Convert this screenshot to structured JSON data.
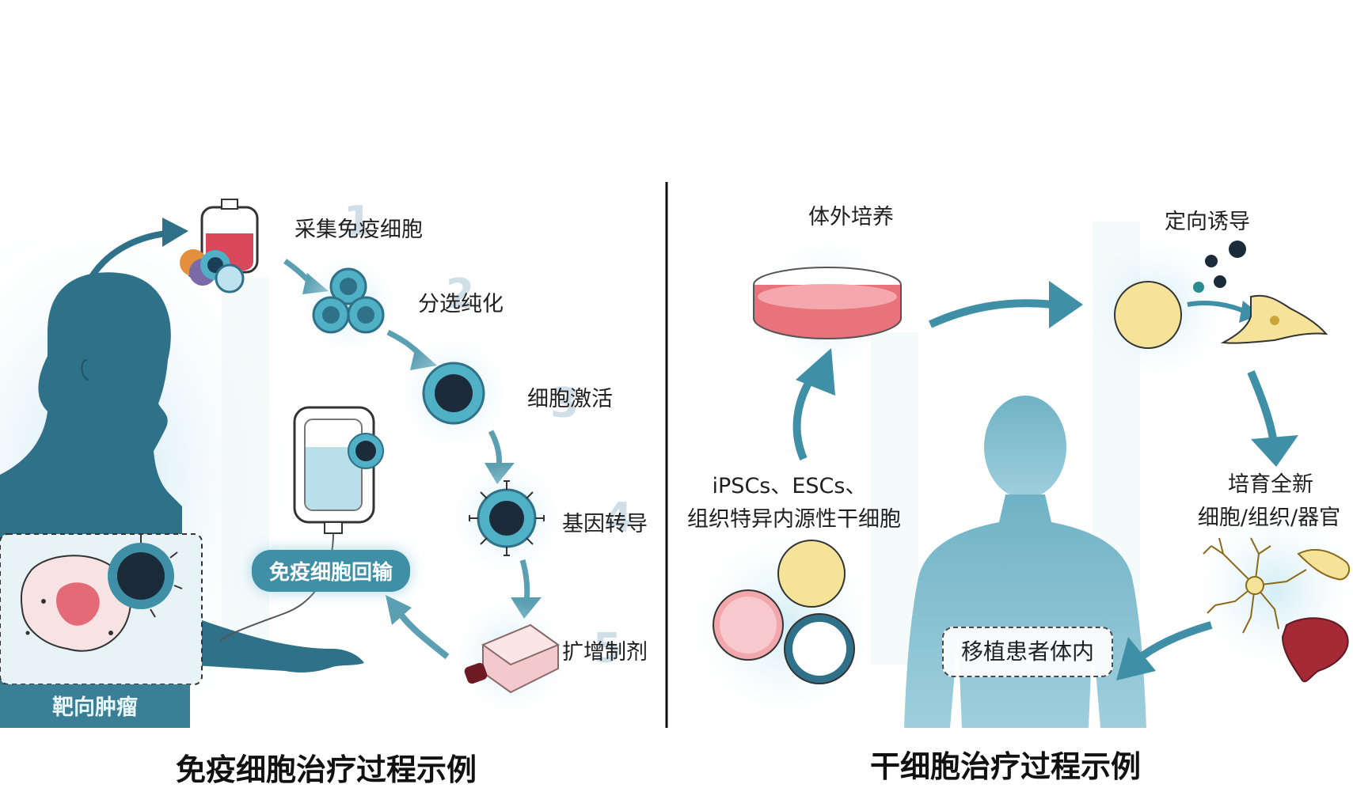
{
  "immune": {
    "steps": [
      {
        "num": "1",
        "label": "采集免疫细胞"
      },
      {
        "num": "2",
        "label": "分选纯化"
      },
      {
        "num": "3",
        "label": "细胞激活"
      },
      {
        "num": "4",
        "label": "基因转导"
      },
      {
        "num": "5",
        "label": "扩增制剂"
      }
    ],
    "reinfusion_label": "免疫细胞回输",
    "target_label": "靶向肿瘤",
    "caption": "免疫细胞治疗过程示例"
  },
  "stem": {
    "culture_label": "体外培养",
    "induction_label": "定向诱导",
    "sources_line1": "iPSCs、ESCs、",
    "sources_line2": "组织特异内源性干细胞",
    "new_line1": "培育全新",
    "new_line2": "细胞/组织/器官",
    "transplant_label": "移植患者体内",
    "caption": "干细胞治疗过程示例"
  },
  "colors": {
    "teal_dark": "#2f7189",
    "teal": "#3f8fa6",
    "teal_light": "#bfe3ee",
    "cell_yellow": "#f6e39a",
    "cell_pink": "#f2a7ad",
    "flask_pink": "#f4c9cb"
  }
}
